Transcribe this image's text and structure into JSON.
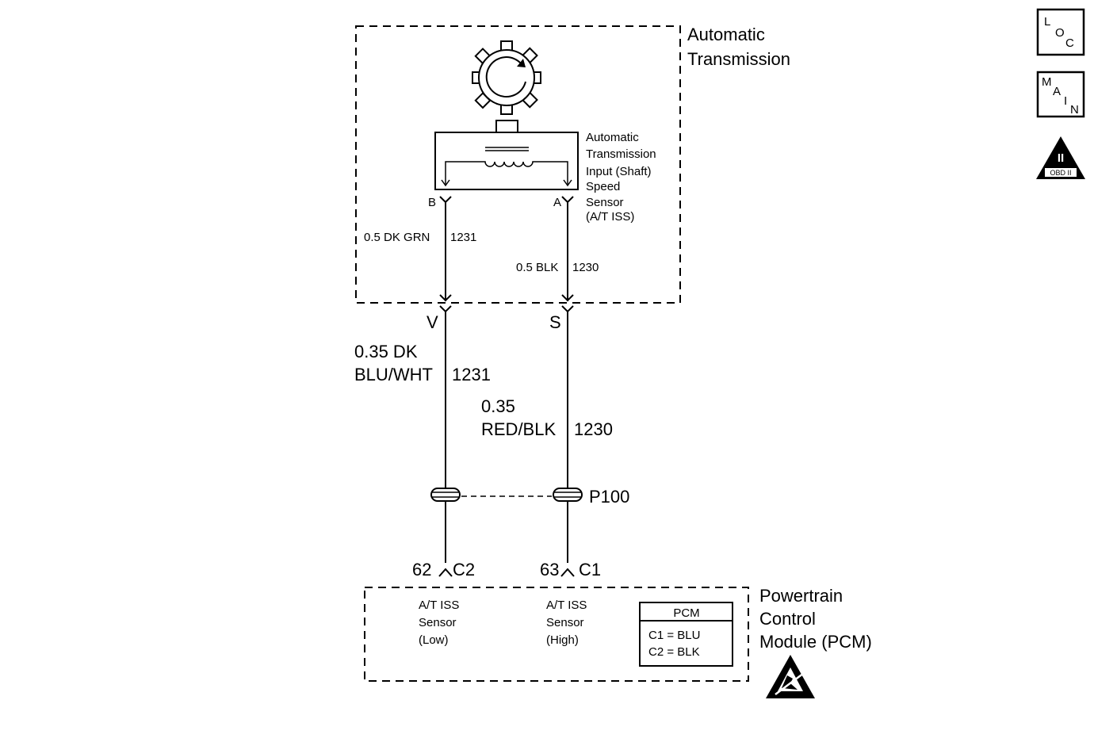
{
  "badges": {
    "loc": [
      "L",
      "O",
      "C"
    ],
    "main": [
      "M",
      "A",
      "I",
      "N"
    ],
    "obd_roman": "II",
    "obd_text": "OBD II"
  },
  "transmission": {
    "title_line1": "Automatic",
    "title_line2": "Transmission"
  },
  "sensor": {
    "label": [
      "Automatic",
      "Transmission",
      "Input (Shaft)",
      "Speed",
      "Sensor",
      "(A/T ISS)"
    ],
    "pin_b": "B",
    "pin_a": "A"
  },
  "wires": {
    "inner_left": "0.5 DK GRN",
    "inner_left_circuit": "1231",
    "inner_right": "0.5 BLK",
    "inner_right_circuit": "1230",
    "conn_left": "V",
    "conn_right": "S",
    "outer_left_line1": "0.35 DK",
    "outer_left_line2": "BLU/WHT",
    "outer_left_circuit": "1231",
    "outer_right_line1": "0.35",
    "outer_right_line2": "RED/BLK",
    "outer_right_circuit": "1230",
    "splice_label": "P100"
  },
  "pcm": {
    "pin_left": "62",
    "conn_left": "C2",
    "pin_right": "63",
    "conn_right": "C1",
    "low_label": [
      "A/T ISS",
      "Sensor",
      "(Low)"
    ],
    "high_label": [
      "A/T ISS",
      "Sensor",
      "(High)"
    ],
    "table_title": "PCM",
    "table_rows": [
      "C1 = BLU",
      "C2 = BLK"
    ],
    "title": [
      "Powertrain",
      "Control",
      "Module (PCM)"
    ]
  }
}
